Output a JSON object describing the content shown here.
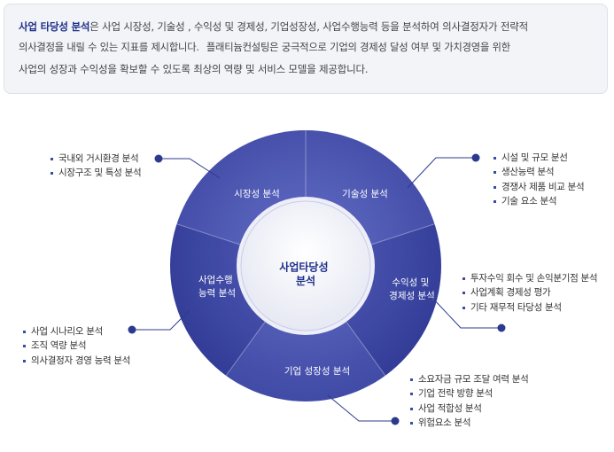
{
  "intro": {
    "highlight": "사업 타당성 분석",
    "line1_rest": "은 사업 시장성, 기술성 , 수익성 및 경제성, 기업성장성, 사업수행능력 등을 분석하여 의사결정자가 전략적",
    "line2a": "의사결정을 내릴 수 있는 지표를 제시합니다.",
    "line2b": "플래티늄컨설팅은 궁극적으로 기업의 경제성 달성 여부 및 가치경영을 위한",
    "line3": "사업의 성장과 수익성을 확보할 수 있도록 최상의 역량 및 서비스 모델을 제공합니다."
  },
  "diagram": {
    "center_lines": [
      "사업타당성",
      "분석"
    ],
    "segments": [
      {
        "id": "market",
        "lines": [
          "시장성 분석"
        ]
      },
      {
        "id": "tech",
        "lines": [
          "기술성 분석"
        ]
      },
      {
        "id": "profit",
        "lines": [
          "수익성 및",
          "경제성 분석"
        ]
      },
      {
        "id": "growth",
        "lines": [
          "기업 성장성 분석"
        ]
      },
      {
        "id": "exec",
        "lines": [
          "사업수행",
          "능력 분석"
        ]
      }
    ],
    "colors": {
      "ring": "#3b47a8",
      "ring_light": "#5661bf",
      "inner": "#f0f1f8",
      "accent": "#1d2e8a",
      "connector": "#2c3a8e"
    }
  },
  "details": {
    "market": [
      "국내외 거시환경 분석",
      "시장구조 및 특성 분석"
    ],
    "tech": [
      "시설 및 규모 분선",
      "생산능력 분석",
      "경쟁사 제품 비교 분석",
      "기술 요소 분석"
    ],
    "profit": [
      "투자수익 회수 및 손익분기점 분석",
      "사업계획 경제성 평가",
      "기타 재무적 타당성 분석"
    ],
    "exec": [
      "사업 시나리오 분석",
      "조직 역량 분석",
      "의사결정자 경영 능력 분석"
    ],
    "growth": [
      "소요자금 규모 조달 여력 분석",
      "기업 전략 방향 분석",
      "사업 적합성 분석",
      "위험요소 분석"
    ]
  }
}
